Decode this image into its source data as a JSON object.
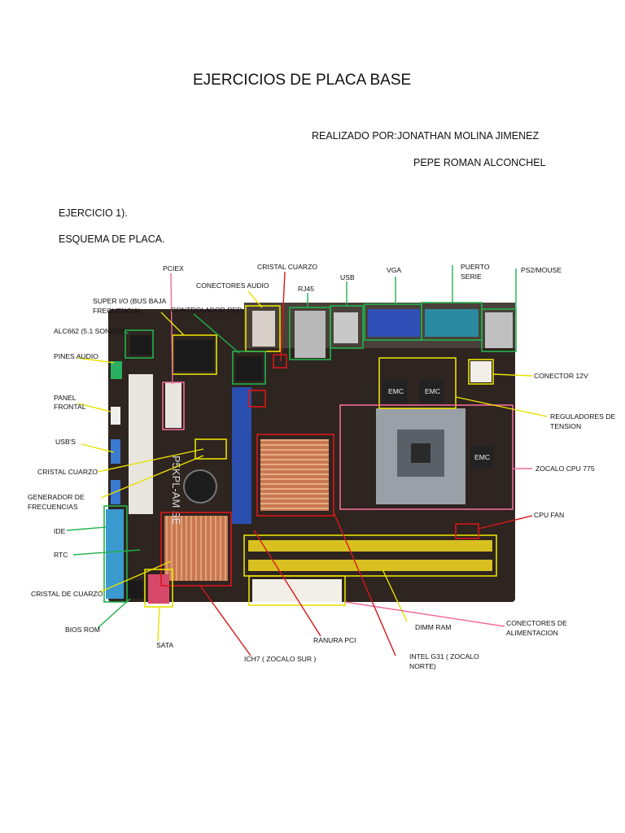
{
  "document": {
    "title": "EJERCICIOS DE PLACA BASE",
    "author_label": "REALIZADO POR:",
    "authors": [
      "JONATHAN MOLINA JIMENEZ",
      "PEPE ROMAN ALCONCHEL"
    ],
    "exercise": "EJERCICIO 1).",
    "scheme": "ESQUEMA DE PLACA."
  },
  "figure": {
    "labels": {
      "pciex": "PCIEX",
      "cristal_cuarzo_top": "CRISTAL CUARZO",
      "conectores_audio": "CONECTORES AUDIO",
      "rj45": "RJ45",
      "usb": "USB",
      "vga": "VGA",
      "puerto_serie_1": "PUERTO",
      "puerto_serie_2": "SERIE",
      "ps2_mouse": "PS2/MOUSE",
      "super_io_1": "SUPER I/O (BUS BAJA",
      "super_io_2": "FRECUENCIA)",
      "controlador_red": "CONTROLADOR RED",
      "alc662": "ALC662 (5.1 SONIDO)",
      "pines_audio": "PINES AUDIO",
      "panel_frontal_1": "PANEL",
      "panel_frontal_2": "FRONTAL",
      "conector_12v": "CONECTOR 12V",
      "reguladores_1": "REGULADORES DE",
      "reguladores_2": "TENSION",
      "usbs": "USB'S",
      "cristal_cuarzo_left": "CRISTAL CUARZO",
      "zocalo_cpu": "ZOCALO CPU 775",
      "generador_1": "GENERADOR DE",
      "generador_2": "FRECUENCIAS",
      "cpu_fan": "CPU FAN",
      "ide": "IDE",
      "rtc": "RTC",
      "cristal_de_cuarzo": "CRISTAL DE CUARZO",
      "bios_rom": "BIOS ROM",
      "sata": "SATA",
      "dimm_ram": "DIMM RAM",
      "conectores_alim_1": "CONECTORES DE",
      "conectores_alim_2": "ALIMENTACION",
      "ranura_pci": "RANURA PCI",
      "ich7": "ICH7 ( ZOCALO SUR )",
      "intel_g31_1": "INTEL G31 ( ZOCALO",
      "intel_g31_2": "NORTE)"
    },
    "board_text": {
      "chip_emc": "EMC",
      "board_model": "P5KPL-AM SE"
    },
    "colors": {
      "board": "#2e2420",
      "yellow_leader": "#e8e000",
      "red_leader": "#d81818",
      "green_box": "#22b14c",
      "pink_leader": "#f06a9a",
      "pci_slot": "#e9e6e0",
      "pcie_slot": "#2a4fb0",
      "dimm_slot": "#d8c020",
      "heatsink": "#c87850",
      "ide_port": "#3a9ad0",
      "sata_port": "#d8486a",
      "vga_port": "#3050b8",
      "serial_port": "#2a8aa0",
      "cpu_socket": "#9aa0a8"
    }
  }
}
